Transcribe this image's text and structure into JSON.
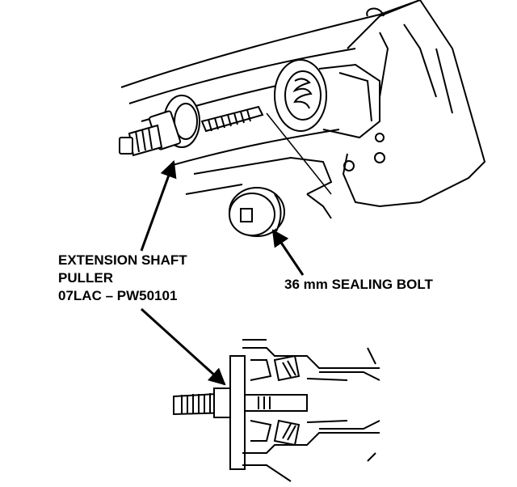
{
  "labels": {
    "puller_line1": "EXTENSION SHAFT",
    "puller_line2": "PULLER",
    "puller_line3": "07LAC – PW50101",
    "sealing_bolt": "36 mm SEALING BOLT"
  },
  "colors": {
    "ink": "#000000",
    "paper": "#ffffff"
  }
}
